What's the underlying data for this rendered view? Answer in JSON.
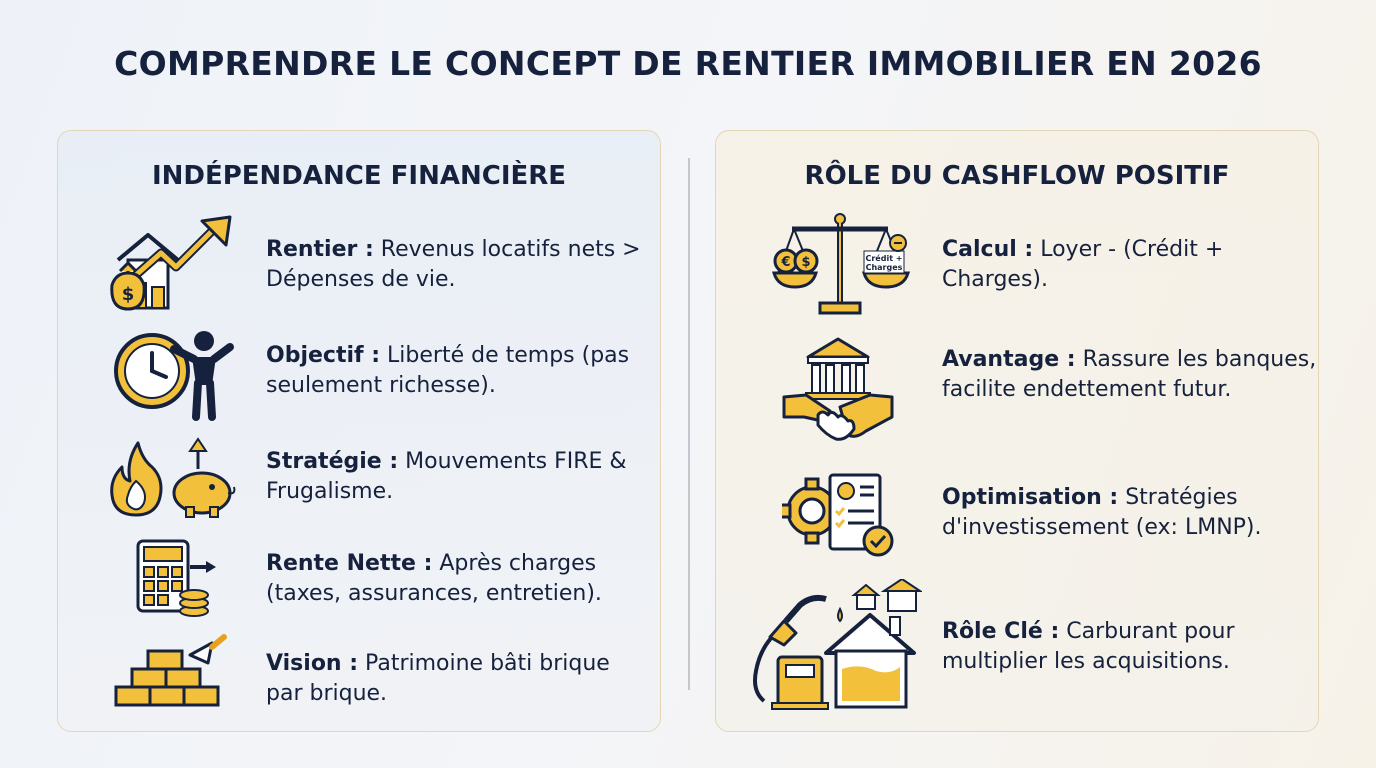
{
  "title": "COMPRENDRE LE CONCEPT DE RENTIER IMMOBILIER EN 2026",
  "left_panel": {
    "title": "INDÉPENDANCE FINANCIÈRE",
    "items": [
      {
        "label": "Rentier :",
        "text": " Revenus locatifs nets > Dépenses de vie.",
        "icon": "house-growth-icon"
      },
      {
        "label": "Objectif :",
        "text": " Liberté de temps (pas seulement richesse).",
        "icon": "clock-person-icon"
      },
      {
        "label": "Stratégie :",
        "text": " Mouvements FIRE & Frugalisme.",
        "icon": "fire-piggy-bank-icon"
      },
      {
        "label": "Rente Nette :",
        "text": " Après charges (taxes, assurances, entretien).",
        "icon": "calculator-coins-icon"
      },
      {
        "label": "Vision :",
        "text": " Patrimoine bâti brique par brique.",
        "icon": "bricks-trowel-icon"
      }
    ]
  },
  "right_panel": {
    "title": "RÔLE DU CASHFLOW POSITIF",
    "items": [
      {
        "label": "Calcul :",
        "text": " Loyer - (Crédit + Charges).",
        "icon": "balance-scale-icon",
        "icon_text": "Crédit + Charges"
      },
      {
        "label": "Avantage :",
        "text": " Rassure les banques, facilite endettement futur.",
        "icon": "bank-handshake-icon"
      },
      {
        "label": "Optimisation :",
        "text": " Stratégies d'investissement (ex: LMNP).",
        "icon": "gear-document-icon"
      },
      {
        "label": "Rôle Clé :",
        "text": " Carburant pour multiplier les acquisitions.",
        "icon": "fuel-house-icon"
      }
    ]
  },
  "colors": {
    "navy": "#16223d",
    "gold": "#f2c03a",
    "panel_border": "#e3d6b2"
  }
}
